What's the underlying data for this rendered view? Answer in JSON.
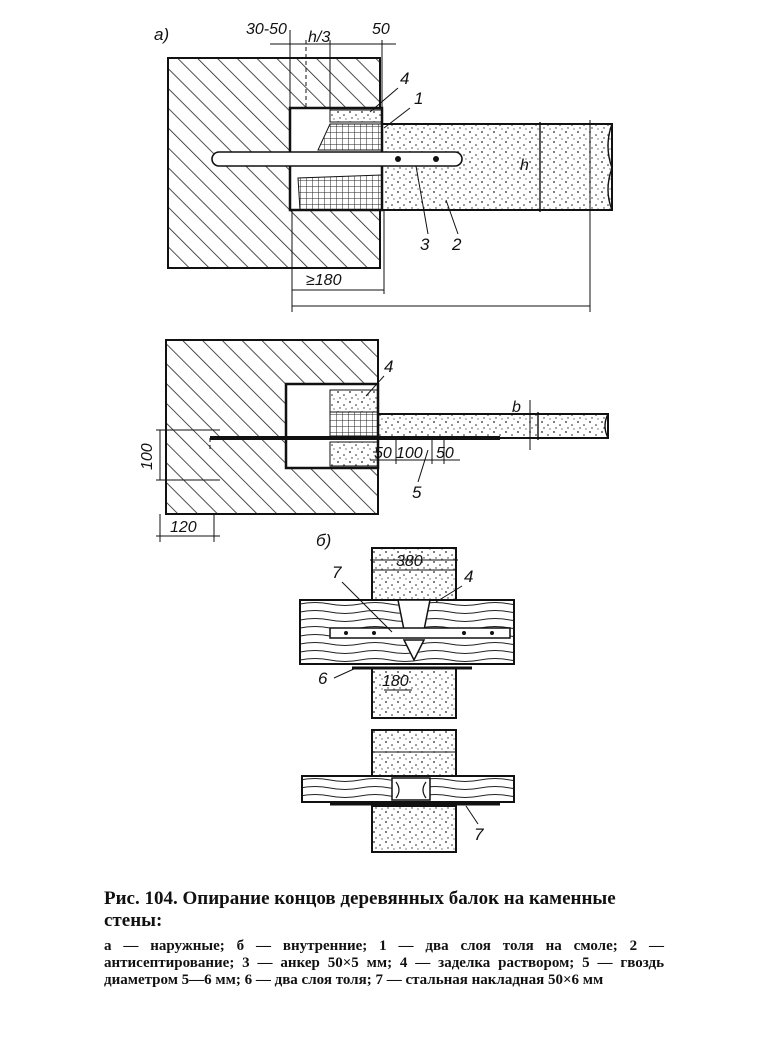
{
  "figure": {
    "panel_a": "а)",
    "panel_b": "б)",
    "dims": {
      "d1": "30-50",
      "d2": "h/3",
      "d3": "50",
      "d4": "≥180",
      "h": "h",
      "b": "b",
      "d100v": "100",
      "d120": "120",
      "d50a": "50",
      "d100": "100",
      "d50b": "50",
      "d380": "380",
      "d180": "180"
    },
    "markers": {
      "m1": "1",
      "m2": "2",
      "m3": "3",
      "m4a": "4",
      "m4b": "4",
      "m4c": "4",
      "m5": "5",
      "m6": "6",
      "m7a": "7",
      "m7b": "7"
    }
  },
  "caption": {
    "title": "Рис. 104. Опирание концов деревянных балок на каменные стены:",
    "legend": "а — наружные; б — внутренние; 1 — два слоя толя на смоле; 2 — антисептирование; 3 — анкер 50×5 мм; 4 — заделка раствором; 5 — гвоздь диаметром 5—6 мм; 6 — два слоя толя; 7 — стальная накладная 50×6 мм"
  }
}
